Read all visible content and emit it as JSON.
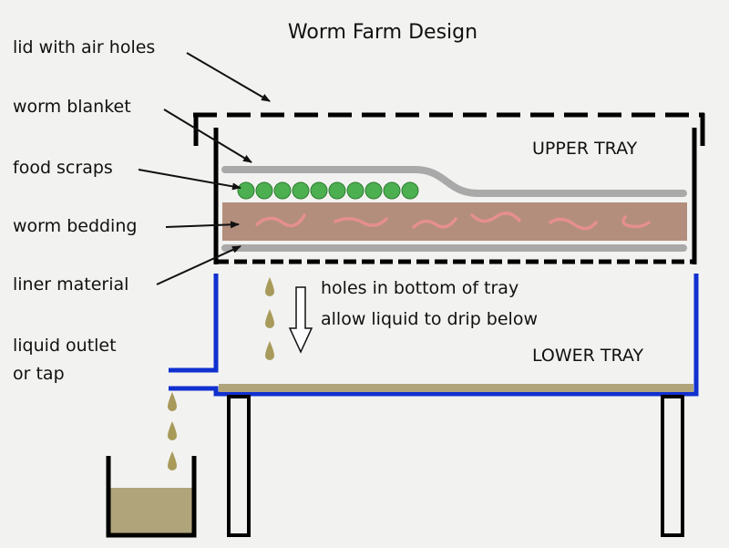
{
  "title": "Worm Farm Design",
  "labels": {
    "lid": "lid with air holes",
    "blanket": "worm blanket",
    "food": "food scraps",
    "bedding": "worm bedding",
    "liner": "liner material",
    "outlet_line1": "liquid outlet",
    "outlet_line2": "or tap",
    "holes_line1": "holes in bottom of tray",
    "holes_line2": "allow liquid to drip below",
    "upper_tray": "UPPER TRAY",
    "lower_tray": "LOWER TRAY"
  },
  "colors": {
    "tray_outline": "#000000",
    "lower_tray": "#1030d0",
    "liquid": "#b0a57a",
    "bedding": "#b38e7c",
    "worms": "#e58f8f",
    "food": "#4caf50",
    "blanket": "#a9a9a9",
    "drip": "#a89a5a"
  }
}
